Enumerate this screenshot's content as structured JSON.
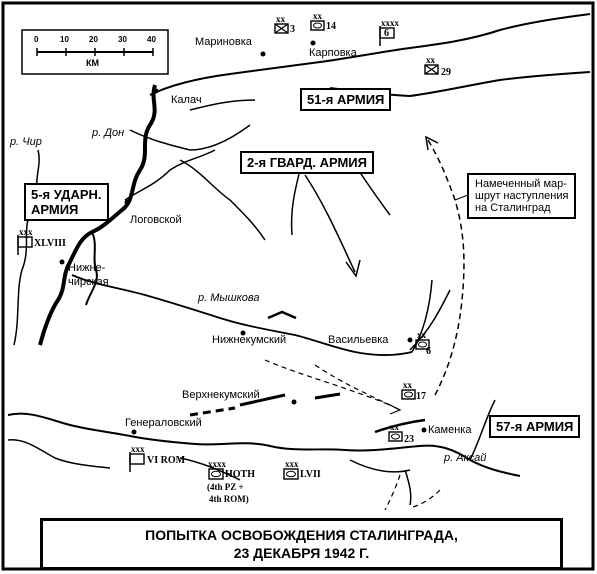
{
  "title": {
    "line1": "ПОПЫТКА ОСВОБОЖДЕНИЯ СТАЛИНГРАДА,",
    "line2": "23 ДЕКАБРЯ 1942 Г."
  },
  "scale": {
    "ticks": [
      "0",
      "10",
      "20",
      "30",
      "40"
    ],
    "unit": "КМ"
  },
  "armies": {
    "a51": "51-я АРМИЯ",
    "a2g": "2-я ГВАРД. АРМИЯ",
    "a5u_line1": "5-я УДАРН.",
    "a5u_line2": "АРМИЯ",
    "a57": "57-я АРМИЯ"
  },
  "note": {
    "line1": "Намеченный мар-",
    "line2": "шрут наступления",
    "line3": "на Сталинград"
  },
  "places": {
    "marinovka": "Мариновка",
    "karpovka": "Карповка",
    "kalach": "Калач",
    "logovskoy": "Логовской",
    "nizhnechirskaya_1": "Нижне-",
    "nizhnechirskaya_2": "чирская",
    "nizhnekumsky": "Нижнекумский",
    "vasilyevka": "Васильевка",
    "verkhnekumsky": "Верхнекумский",
    "generalovsky": "Генераловский",
    "kamenka": "Каменка"
  },
  "rivers": {
    "don": "р. Дон",
    "chir": "р. Чир",
    "myshkova": "р. Мышкова",
    "aksay": "р. Аксай"
  },
  "units": {
    "u3": "3",
    "u14": "14",
    "u6top": "6",
    "u29": "29",
    "xlviii": "XLVIII",
    "u6": "6",
    "u17": "17",
    "u23": "23",
    "vi_rom": "VI ROM",
    "hoth_1": "HOTH",
    "hoth_2": "(4th PZ +",
    "hoth_3": "4th ROM)",
    "lvii": "LVII"
  },
  "echelons": {
    "xx": "xx",
    "xxx": "xxx",
    "xxxx": "xxxx"
  }
}
